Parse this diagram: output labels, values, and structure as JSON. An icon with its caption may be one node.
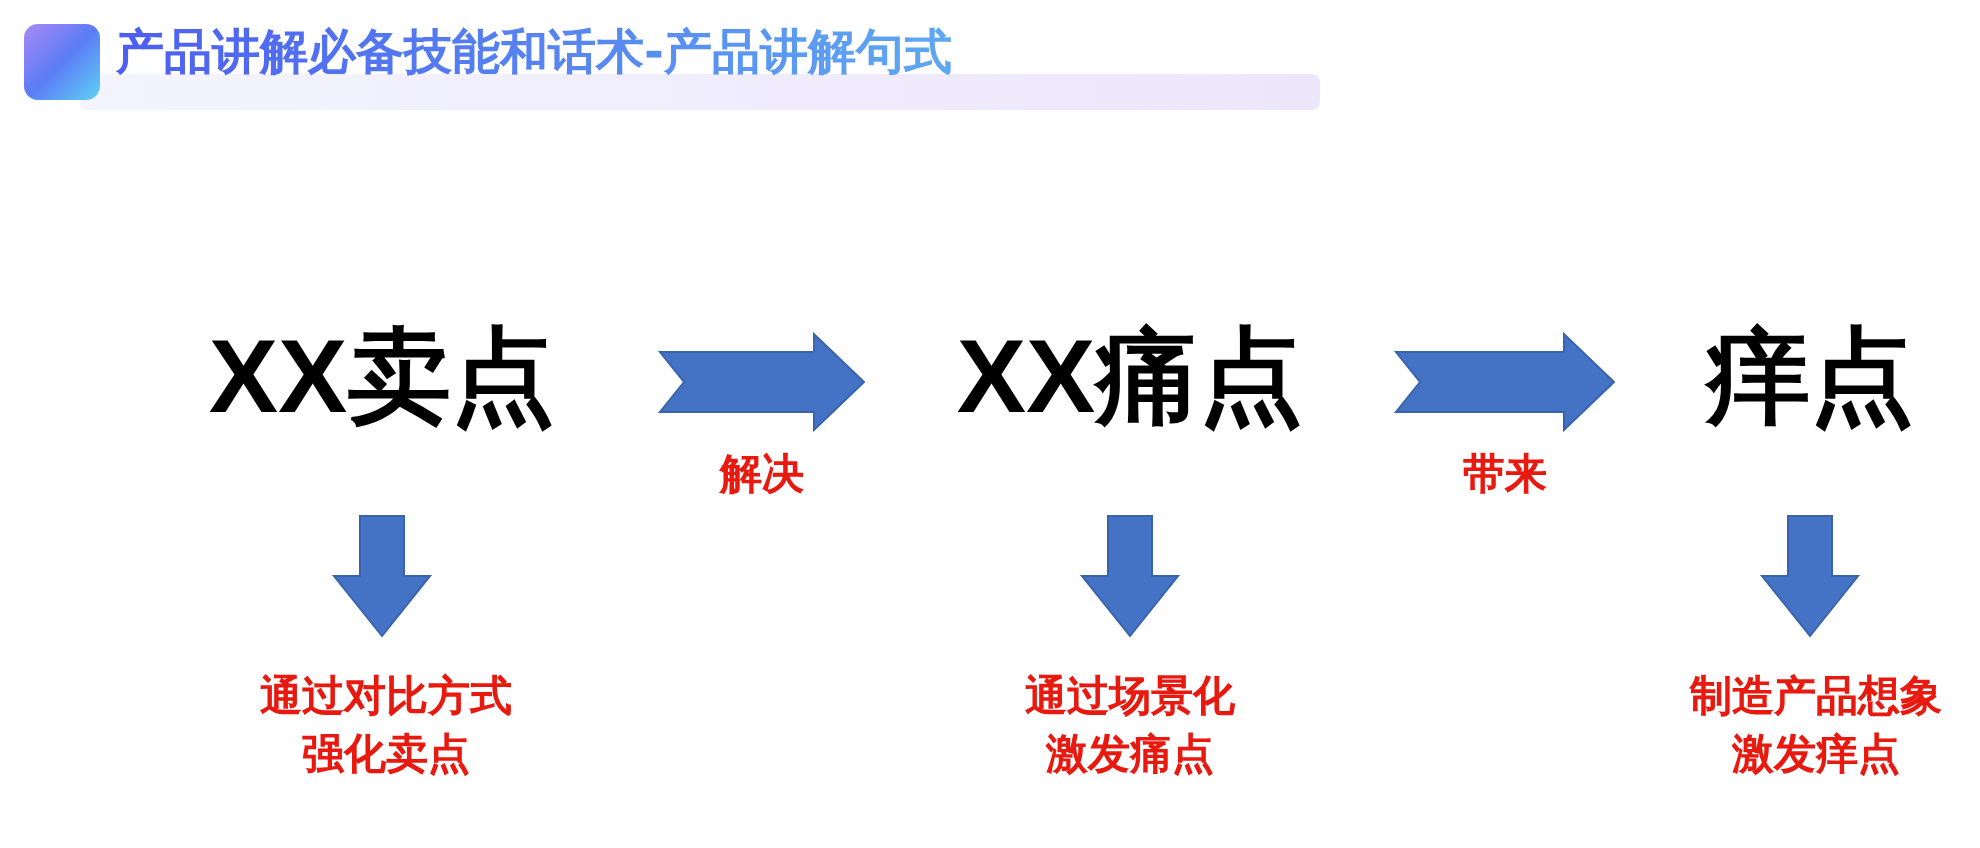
{
  "diagram": {
    "title": "产品讲解必备技能和话术-产品讲解句式",
    "nodes": [
      {
        "text": [
          "XX卖点"
        ]
      },
      {
        "text": [
          "XX痛点"
        ]
      },
      {
        "text": [
          "痒点"
        ]
      },
      {
        "text": [
          "通过对比方式强化卖点"
        ]
      },
      {
        "text": [
          "通过场景化激发痛点"
        ]
      },
      {
        "text": [
          "制造产品想象激发痒点"
        ]
      }
    ],
    "edges": [
      {
        "from": 0,
        "to": 1,
        "arrow": "to",
        "label": "解决"
      },
      {
        "from": 1,
        "to": 2,
        "arrow": "to",
        "label": "带来"
      },
      {
        "from": 0,
        "to": 3,
        "arrow": "to"
      },
      {
        "from": 1,
        "to": 4,
        "arrow": "to"
      },
      {
        "from": 2,
        "to": 5,
        "arrow": "to"
      }
    ]
  }
}
